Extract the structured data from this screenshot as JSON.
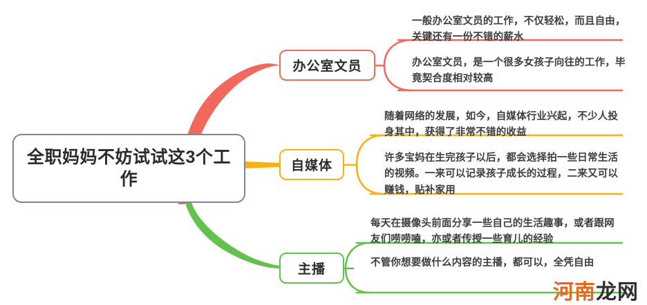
{
  "root": {
    "label": "全职妈妈不妨试试这3个工作",
    "border_color": "#7b8696"
  },
  "branches": [
    {
      "label": "办公室文员",
      "color": "#f2685c",
      "leaves": [
        "一般办公室文员的工作，不仅轻松，而且自由，关键还有一份不错的薪水",
        "办公室文员，是一个很多女孩子向往的工作，毕竟契合度相对较高"
      ]
    },
    {
      "label": "自媒体",
      "color": "#fbb012",
      "leaves": [
        "随着网络的发展，如今，自媒体行业兴起，不少人投身其中，获得了非常不错的收益",
        "许多宝妈在生完孩子以后，都会选择拍一些日常生活的视频。一来可以记录孩子成长的过程，二来又可以赚钱，贴补家用"
      ]
    },
    {
      "label": "主播",
      "color": "#63c24d",
      "leaves": [
        "每天在摄像头前面分享一些自己的生活趣事，或者跟网友们唠唠嗑，亦或者传授一些育儿的经验",
        "不管你想要做什么内容的主播，都可以，全凭自由"
      ]
    }
  ],
  "watermark": {
    "part_one": "河南",
    "part_two": "龙网",
    "color_one": "#e8671c",
    "color_two": "#2f2f2f"
  }
}
